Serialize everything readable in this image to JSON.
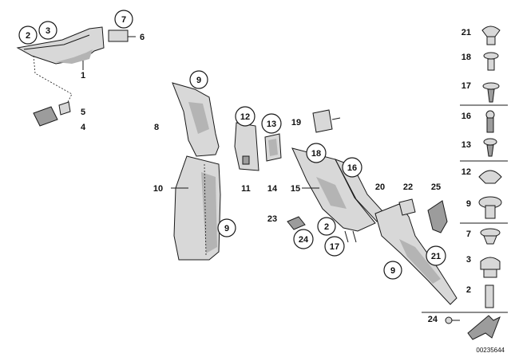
{
  "callouts": {
    "c2a": "2",
    "c3a": "3",
    "c7": "7",
    "c9a": "9",
    "c12": "12",
    "c13": "13",
    "c18": "18",
    "c16": "16",
    "c9b": "9",
    "c2b": "2",
    "c17": "17",
    "c24": "24",
    "c9c": "9",
    "c21": "21"
  },
  "labels": {
    "l6": "6",
    "l1": "1",
    "l5": "5",
    "l4": "4",
    "l8": "8",
    "l19": "19",
    "l10": "10",
    "l11": "11",
    "l14": "14",
    "l15": "15",
    "l20": "20",
    "l22": "22",
    "l25": "25",
    "l23": "23"
  },
  "fasteners": {
    "f21": "21",
    "f18": "18",
    "f17": "17",
    "f16": "16",
    "f13": "13",
    "f12": "12",
    "f9": "9",
    "f7": "7",
    "f3": "3",
    "f2": "2",
    "f24": "24"
  },
  "doc_id": "00235644"
}
